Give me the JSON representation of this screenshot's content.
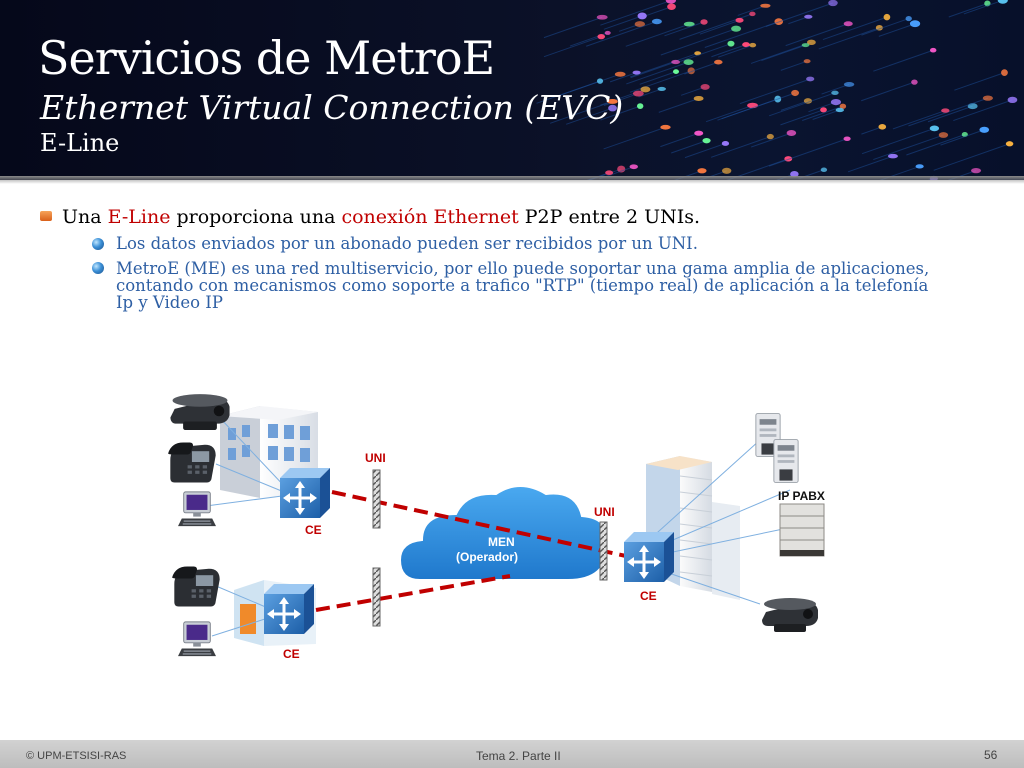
{
  "slide": {
    "title": "Servicios de MetroE",
    "subtitle": "Ethernet Virtual Connection (EVC)",
    "subtitle2": "E-Line"
  },
  "bullet_main": {
    "t1": "Una ",
    "h1": "E-Line",
    "t2": " proporciona una ",
    "h2": "conexión Ethernet",
    "t3": " P2P entre 2 UNIs."
  },
  "sub_bullets": [
    "Los datos enviados por un abonado pueden ser recibidos por un UNI.",
    "MetroE (ME) es una red multiservicio, por ello puede soportar una gama amplia de aplicaciones, contando con mecanismos como soporte a trafico \"RTP\" (tiempo real) de aplicación a la telefonía Ip y Video IP"
  ],
  "diagram": {
    "uni_left": "UNI",
    "uni_right": "UNI",
    "ce_top_left": "CE",
    "ce_bottom_left": "CE",
    "ce_right": "CE",
    "men_line1": "MEN",
    "men_line2": "(Operador)",
    "ip_pabx": "IP PABX"
  },
  "footer": {
    "copyright": "© UPM-ETSISI-RAS",
    "center": "Tema 2. Parte II",
    "page": "56"
  },
  "colors": {
    "highlight": "#c00000",
    "sub_text": "#2e5fa4",
    "evc_line": "#c00000"
  }
}
